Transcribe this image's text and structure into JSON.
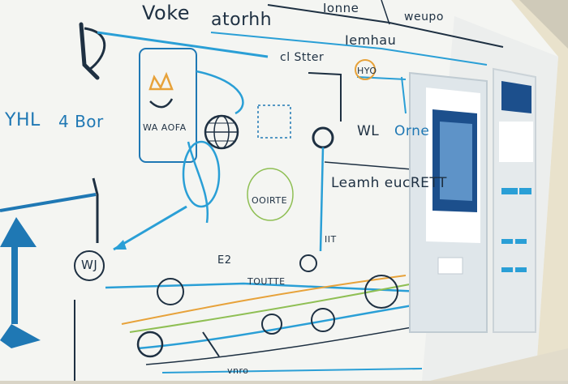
{
  "colors": {
    "board": "#f4f5f2",
    "frame": "#e9e2cc",
    "ink_blue": "#2a9fd6",
    "ink_dark": "#1e3042",
    "ink_orange": "#e7a23a",
    "ink_green": "#8fbf54",
    "device_screen": "#1c4f8c"
  },
  "labels": {
    "voke": "Voke",
    "atorhh": "atorhh",
    "ionne": "Ionne",
    "weupo": "weupo",
    "lemhau": "Iemhau",
    "dstter": "cl Stter",
    "yhl": "YHL",
    "avbor": "4 Bor",
    "mid_scrawl": "WA AOFA",
    "wl": "WL",
    "orne": "Orne",
    "hyo": "HYO",
    "learn": "Leamh eucRETT",
    "dtrte": "OOIRTE",
    "e2": "E2",
    "toutte": "TOUTTE",
    "iit": "IIT",
    "lower_left": "WJ",
    "bottom_mid": "vnro"
  }
}
